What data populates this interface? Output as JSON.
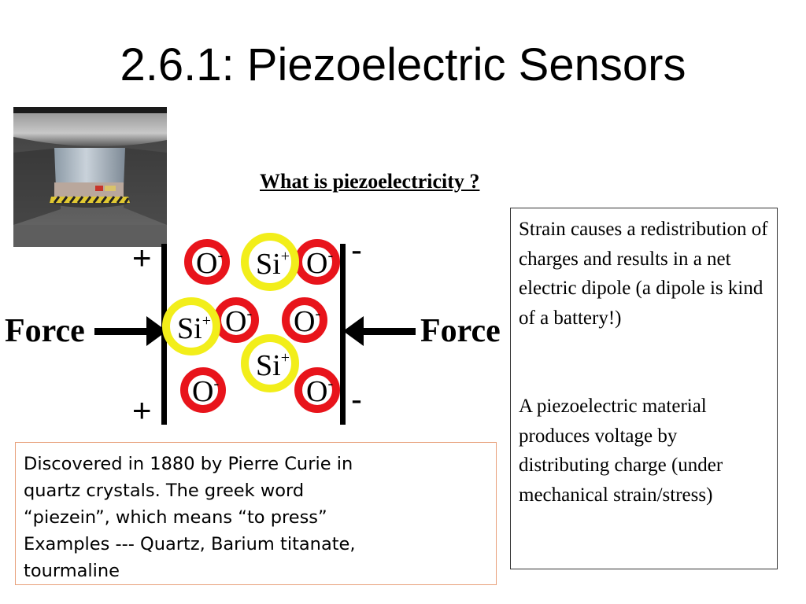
{
  "slide": {
    "title": "2.6.1: Piezoelectric Sensors",
    "subtitle": "What is piezoelectricity ?"
  },
  "diagram": {
    "force_left": "Force",
    "force_right": "Force",
    "plus_top": "+",
    "plus_bottom": "+",
    "minus_top": "-",
    "minus_bottom": "-",
    "oxygen": "O",
    "oxygen_charge": "-",
    "silicon": "Si",
    "silicon_charge": "+",
    "colors": {
      "oxygen_ring": "#e8141b",
      "silicon_ring": "#f2ee1a",
      "arrow": "#000000"
    }
  },
  "right_box": {
    "paragraph_1": "Strain causes a redistribution of charges and results in a net electric dipole (a dipole is kind of a battery!)",
    "paragraph_2": "A piezoelectric material produces voltage by distributing charge (under mechanical strain/stress)"
  },
  "bottom_box": {
    "lines": [
      "Discovered in 1880 by Pierre Curie in",
      "quartz crystals. The greek word",
      "“piezein”, which means “to press”",
      "Examples --- Quartz, Barium titanate,",
      "tourmaline"
    ]
  }
}
